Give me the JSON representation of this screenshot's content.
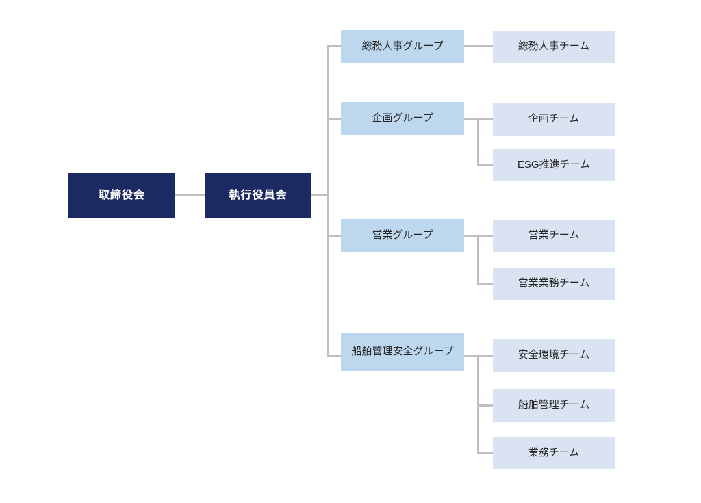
{
  "chart_type": "organization-chart",
  "colors": {
    "background": "#ffffff",
    "navy": "#1b2a63",
    "navy_text": "#ffffff",
    "group_fill": "#bdd7ee",
    "team_fill": "#dae3f1",
    "text_dark": "#262626",
    "connector": "#bfbfbf"
  },
  "nodes": {
    "board": {
      "label": "取締役会"
    },
    "executive_committee": {
      "label": "執行役員会"
    },
    "groups": [
      {
        "label": "総務人事グループ",
        "teams": [
          "総務人事チーム"
        ]
      },
      {
        "label": "企画グループ",
        "teams": [
          "企画チーム",
          "ESG推進チーム"
        ]
      },
      {
        "label": "営業グループ",
        "teams": [
          "営業チーム",
          "営業業務チーム"
        ]
      },
      {
        "label": "船舶管理安全グループ",
        "teams": [
          "安全環境チーム",
          "船舶管理チーム",
          "業務チーム"
        ]
      }
    ]
  }
}
